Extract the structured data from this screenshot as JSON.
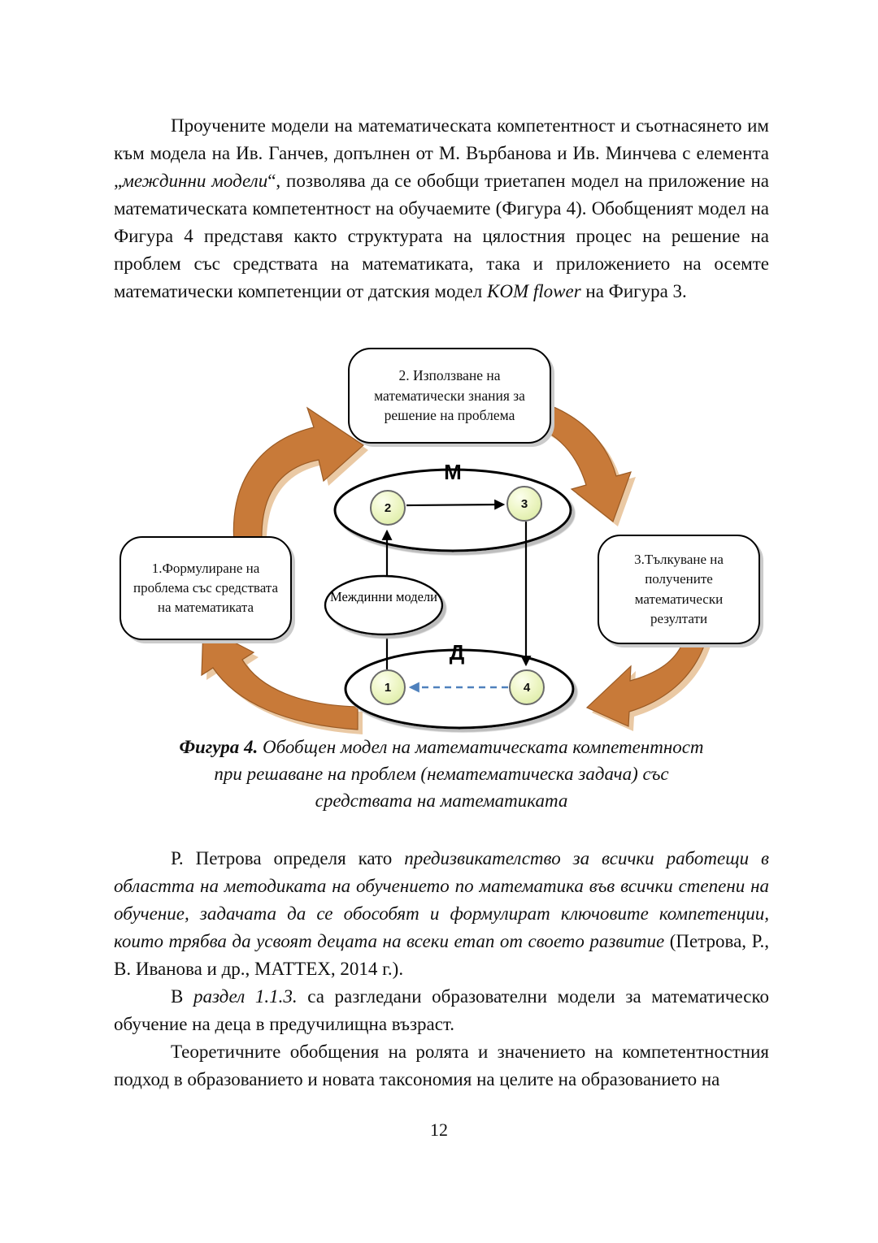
{
  "page": {
    "number": "12"
  },
  "paragraphs": {
    "p1": [
      {
        "t": "Проучените модели на математическата компетентност и съотнасянето им към модела на Ив. Ганчев, допълнен от М. Върбанова и Ив. Минчева с елемента „"
      },
      {
        "t": "междинни модели",
        "i": true
      },
      {
        "t": "“, позволява да се обобщи триетапен модел на приложение на математическата компетентност на обучаемите (Фигура 4). Обобщеният модел на Фигура 4 представя както структурата на цялостния процес на решение на проблем със средствата на математиката, така и приложението на осемте математически компетенции от датския модел "
      },
      {
        "t": "KOM flower",
        "i": true
      },
      {
        "t": " на Фигура 3."
      }
    ],
    "p2": [
      {
        "t": "Р. Петрова определя като "
      },
      {
        "t": "предизвикателство за всички работещи в областта на методиката на обучението по математика във всички степени на обучение, задачата да се обособят и формулират ключовите компетенции, които трябва да усвоят децата на всеки етап от своето развитие ",
        "i": true
      },
      {
        "t": "(Петрова, Р., В. Иванова и др., МАТТЕХ, 2014 г.)."
      }
    ],
    "p3": [
      {
        "t": "В "
      },
      {
        "t": "раздел 1.1.3.",
        "i": true
      },
      {
        "t": " са разгледани образователни модели за математическо обучение на деца в предучилищна възраст."
      }
    ],
    "p4": [
      {
        "t": "Теоретичните обобщения на ролята и значението на компетентностния подход в образованието и новата таксономия на целите на образованието на"
      }
    ]
  },
  "figure": {
    "boxes": {
      "box1": "1.Формулиране на проблема със средствата на математиката",
      "box2": "2. Използване на математически знания за решение на проблема",
      "box3": "3.Тълкуване на получените математически резултати"
    },
    "labels": {
      "top": "М",
      "bottom": "Д",
      "middle": "Междинни модели"
    },
    "nodes": {
      "n1": "1",
      "n2": "2",
      "n3": "3",
      "n4": "4"
    },
    "colors": {
      "arrow_orange": "#c87a39",
      "arrow_shadow": "#eac9a4",
      "arrow_edge": "#9a5a24",
      "line_black": "#000000",
      "dashed_blue": "#4f81bd"
    },
    "caption": [
      {
        "t": "Фигура 4.",
        "b": true,
        "i": true
      },
      {
        "t": " Обобщен модел на математическата компетентност при решаване на проблем (нематематическа задача) със средствата на математиката",
        "i": true
      }
    ]
  }
}
